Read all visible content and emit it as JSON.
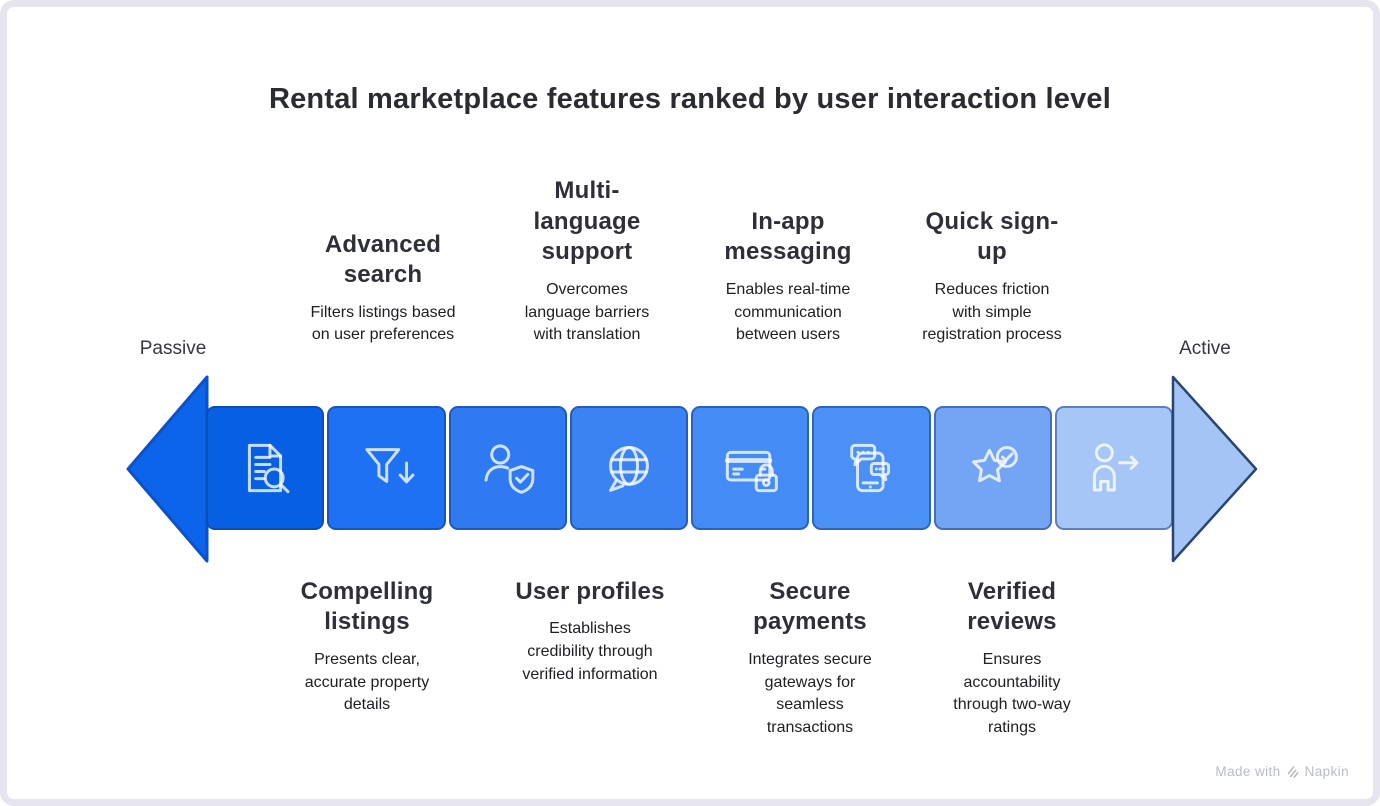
{
  "page": {
    "title": "Rental marketplace features ranked by user interaction level",
    "left_axis_label": "Passive",
    "right_axis_label": "Active",
    "footer": {
      "made_with": "Made with",
      "brand": "Napkin"
    }
  },
  "top_features": [
    {
      "title": "Advanced\nsearch",
      "description": "Filters listings based\non user preferences"
    },
    {
      "title": "Multi-\nlanguage\nsupport",
      "description": "Overcomes\nlanguage barriers\nwith translation"
    },
    {
      "title": "In-app\nmessaging",
      "description": "Enables real-time\ncommunication\nbetween users"
    },
    {
      "title": "Quick sign-\nup",
      "description": "Reduces friction\nwith simple\nregistration process"
    }
  ],
  "bottom_features": [
    {
      "title": "Compelling\nlistings",
      "description": "Presents clear,\naccurate property\ndetails"
    },
    {
      "title": "User profiles",
      "description": "Establishes\ncredibility through\nverified information"
    },
    {
      "title": "Secure\npayments",
      "description": "Integrates secure\ngateways for\nseamless\ntransactions"
    },
    {
      "title": "Verified\nreviews",
      "description": "Ensures\naccountability\nthrough two-way\nratings"
    }
  ],
  "segments": [
    {
      "icon": "document-search-icon",
      "color": "#0760e4"
    },
    {
      "icon": "filter-icon",
      "color": "#1f71f3"
    },
    {
      "icon": "user-shield-icon",
      "color": "#2f7af1"
    },
    {
      "icon": "globe-language-icon",
      "color": "#3b83f3"
    },
    {
      "icon": "credit-card-lock-icon",
      "color": "#448bf5"
    },
    {
      "icon": "phone-chat-icon",
      "color": "#4b90f5"
    },
    {
      "icon": "star-check-icon",
      "color": "#74a5f4"
    },
    {
      "icon": "user-arrow-icon",
      "color": "#a7c6f8"
    }
  ],
  "colors": {
    "frame": "#e5e4ef",
    "background": "#ffffff",
    "title_text": "#2b2b32",
    "heading_text": "#2f2f37",
    "body_text": "#202024",
    "left_arrowhead_fill": "#0b64ea",
    "left_arrowhead_stroke": "#0b51cc",
    "right_arrowhead_fill": "#a5c4f6",
    "right_arrowhead_stroke": "#2b4571",
    "icon_stroke": "rgba(255,255,255,0.78)",
    "footer_text": "#b9bcc3"
  }
}
